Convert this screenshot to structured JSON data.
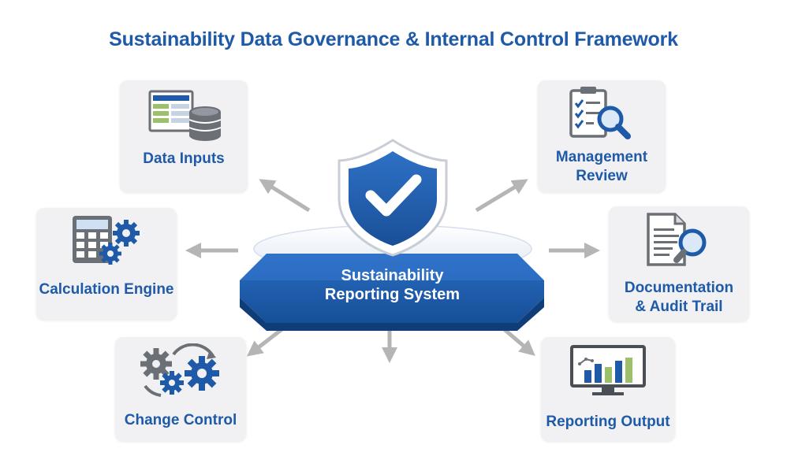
{
  "title": "Sustainability Data Governance & Internal Control Framework",
  "hub": {
    "line1": "Sustainability",
    "line2": "Reporting System"
  },
  "nodes": {
    "data_inputs": "Data Inputs",
    "management_review": [
      "Management",
      "Review"
    ],
    "calculation_engine": "Calculation Engine",
    "documentation": [
      "Documentation",
      "& Audit Trail"
    ],
    "change_control": "Change Control",
    "reporting_output": "Reporting Output"
  },
  "colors": {
    "primary_blue": "#1e5aa8",
    "dark_blue": "#13447f",
    "card_bg": "#f1f1f3",
    "arrow_gray": "#b5b5b5",
    "icon_gray": "#6b6f76",
    "accent_green": "#9cc06a"
  }
}
